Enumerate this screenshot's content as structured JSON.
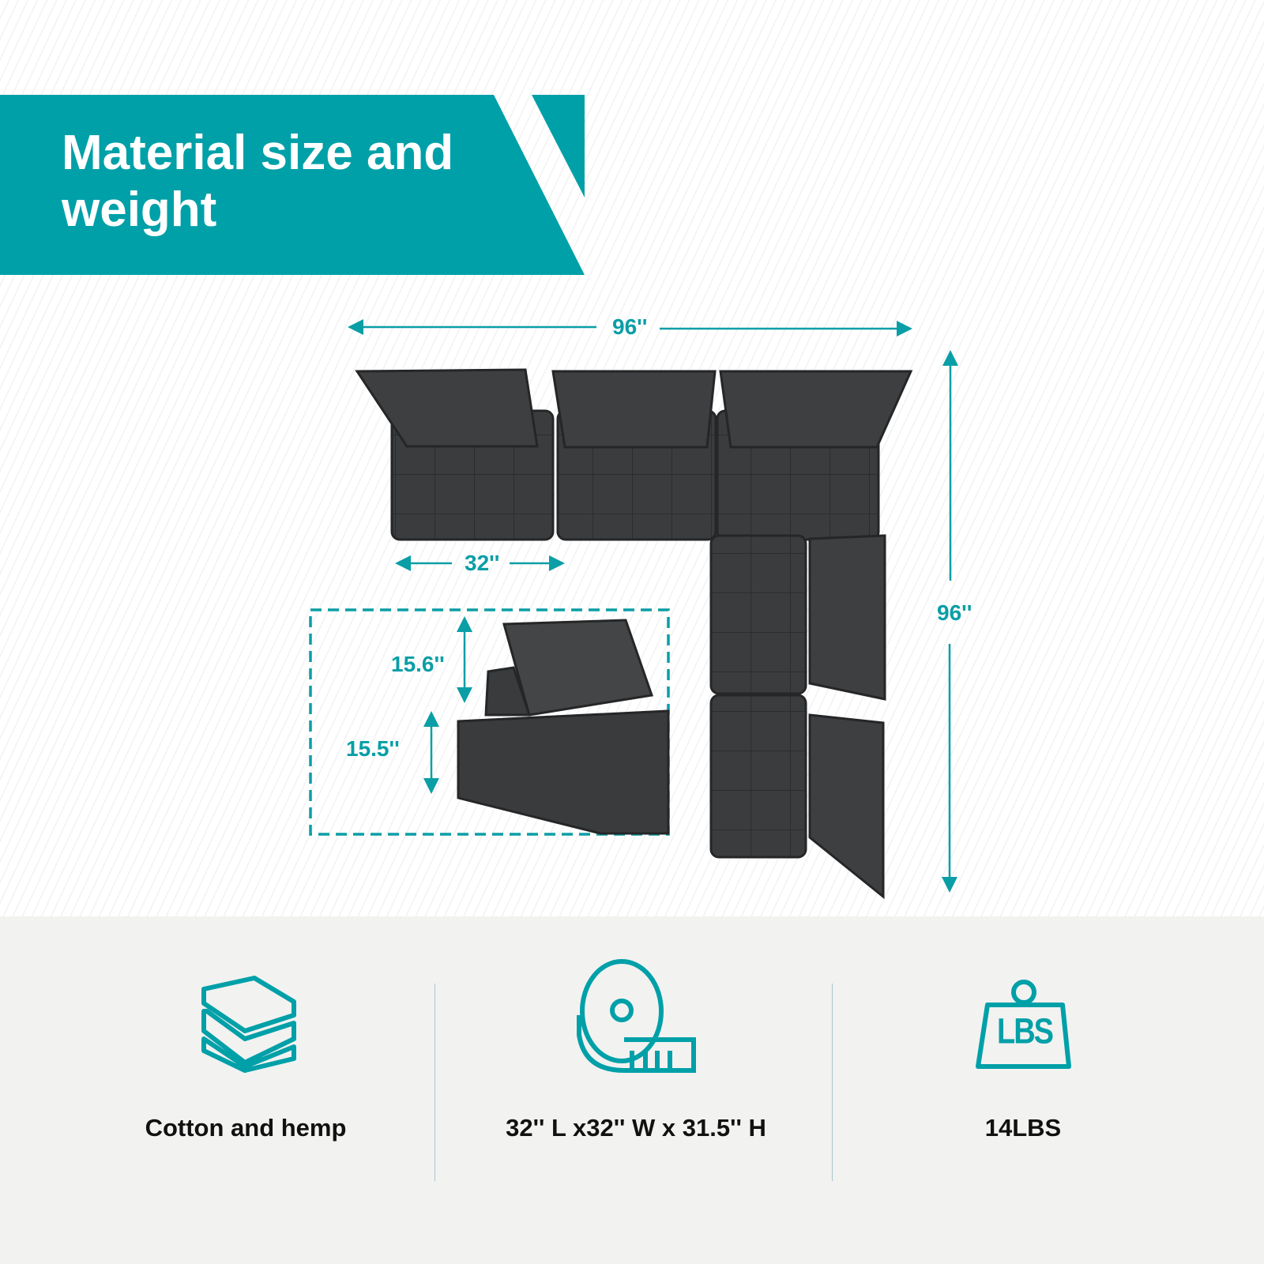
{
  "header": {
    "title": "Material size and weight"
  },
  "dimensions": {
    "total_width": "96''",
    "total_depth": "96''",
    "module_width": "32''",
    "back_height": "15.6''",
    "seat_height": "15.5''"
  },
  "features": [
    {
      "icon": "fabric-layers-icon",
      "label": "Cotton and hemp"
    },
    {
      "icon": "tape-measure-icon",
      "label": "32'' L x32'' W x 31.5'' H"
    },
    {
      "icon": "weight-icon",
      "label": "14LBS",
      "icon_text": "LBS"
    }
  ],
  "colors": {
    "accent": "#009fa6",
    "fabric": "#3a3b3c",
    "panel": "#f2f2f1"
  }
}
